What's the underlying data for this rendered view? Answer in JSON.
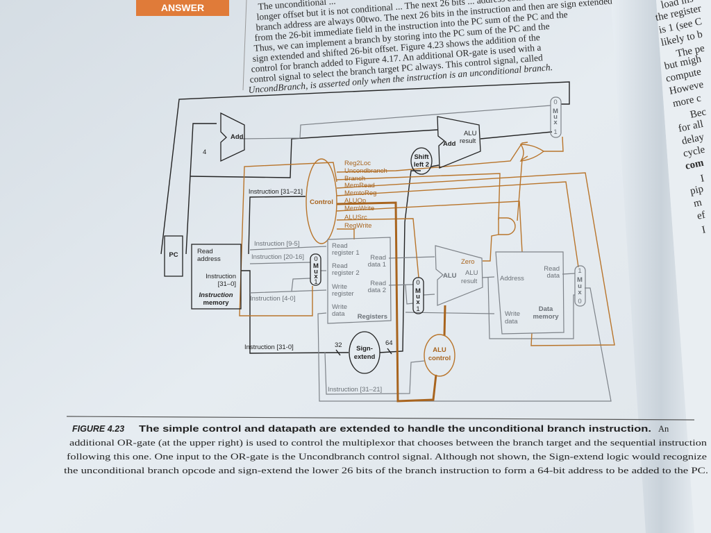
{
  "answer_tab": "ANSWER",
  "answer_color": "#e07b39",
  "body_text": [
    "The unconditional ... ",
    "longer offset but it is not conditional ... The next 26 bits ... address come",
    "branch address are always 00two. The next 26 bits in the instruction and then are sign extended",
    "from the 26-bit immediate field in the instruction into the PC sum of the PC and the",
    "Thus, we can implement a branch by storing into the PC sum of the PC and the",
    "sign extended and shifted 26-bit offset. Figure 4.23 shows the addition of the",
    "control for branch added to Figure 4.17. An additional OR-gate is used with a",
    "control signal to select the branch target PC always. This control signal, called",
    "UncondBranch, is asserted only when the instruction is an unconditional branch."
  ],
  "right_page_text": [
    "load ins",
    "the register",
    "is 1 (see C",
    "likely to b",
    "The pe",
    "but migh",
    "compute",
    "Howeve",
    "more c",
    "Bec",
    "for all",
    "delay",
    "cycle",
    "com",
    "I",
    "pip",
    "m",
    "ef",
    "I"
  ],
  "diagram": {
    "pc": "PC",
    "add": "Add",
    "four": "4",
    "add_alu": "Add",
    "alu_result_top": "ALU",
    "result_top": "result",
    "shift_left": [
      "Shift",
      "left 2"
    ],
    "control": "Control",
    "control_signals": [
      "Reg2Loc",
      "Uncondbranch",
      "Branch",
      "MemRead",
      "MemtoReg",
      "ALUOp",
      "MemWrite",
      "ALUSrc",
      "RegWrite"
    ],
    "instr_31_21": "Instruction [31–21]",
    "instr_9_5": "Instruction [9-5]",
    "instr_20_16": "Instruction [20-16]",
    "instr_4_0": "Instruction [4-0]",
    "instr_31_0": "Instruction [31-0]",
    "instr_31_21_bottom": "Instruction [31–21]",
    "imem": {
      "read_address": [
        "Read",
        "address"
      ],
      "instruction": [
        "Instruction",
        "[31–0]"
      ],
      "title": [
        "Instruction",
        "memory"
      ]
    },
    "registers": {
      "rr1": [
        "Read",
        "register 1"
      ],
      "rr2": [
        "Read",
        "register 2"
      ],
      "wr": [
        "Write",
        "register"
      ],
      "wd": [
        "Write",
        "data"
      ],
      "rd1": [
        "Read",
        "data 1"
      ],
      "rd2": [
        "Read",
        "data 2"
      ],
      "title": "Registers"
    },
    "mux": [
      "M",
      "u",
      "x"
    ],
    "mux_0": "0",
    "mux_1": "1",
    "sign_extend": [
      "Sign-",
      "extend"
    ],
    "bits_32": "32",
    "bits_64": "64",
    "alu": "ALU",
    "alu_result": [
      "ALU",
      "result"
    ],
    "zero": "Zero",
    "alu_control": [
      "ALU",
      "control"
    ],
    "dmem": {
      "address": "Address",
      "read_data": [
        "Read",
        "data"
      ],
      "write_data": [
        "Write",
        "data"
      ],
      "title": [
        "Data",
        "memory"
      ]
    }
  },
  "caption": {
    "label": "FIGURE 4.23",
    "title": "The simple control and datapath are extended to handle the unconditional branch instruction.",
    "lines": [
      "An",
      "additional OR-gate (at the upper right) is used to control the multiplexor that chooses between the branch target and the sequential instruction",
      "following this one. One input to the OR-gate is the Uncondbranch control signal. Although not shown, the Sign-extend logic would recognize",
      "the unconditional branch opcode and sign-extend the lower 26 bits of the branch instruction to form a 64-bit address to be added to the PC."
    ]
  }
}
